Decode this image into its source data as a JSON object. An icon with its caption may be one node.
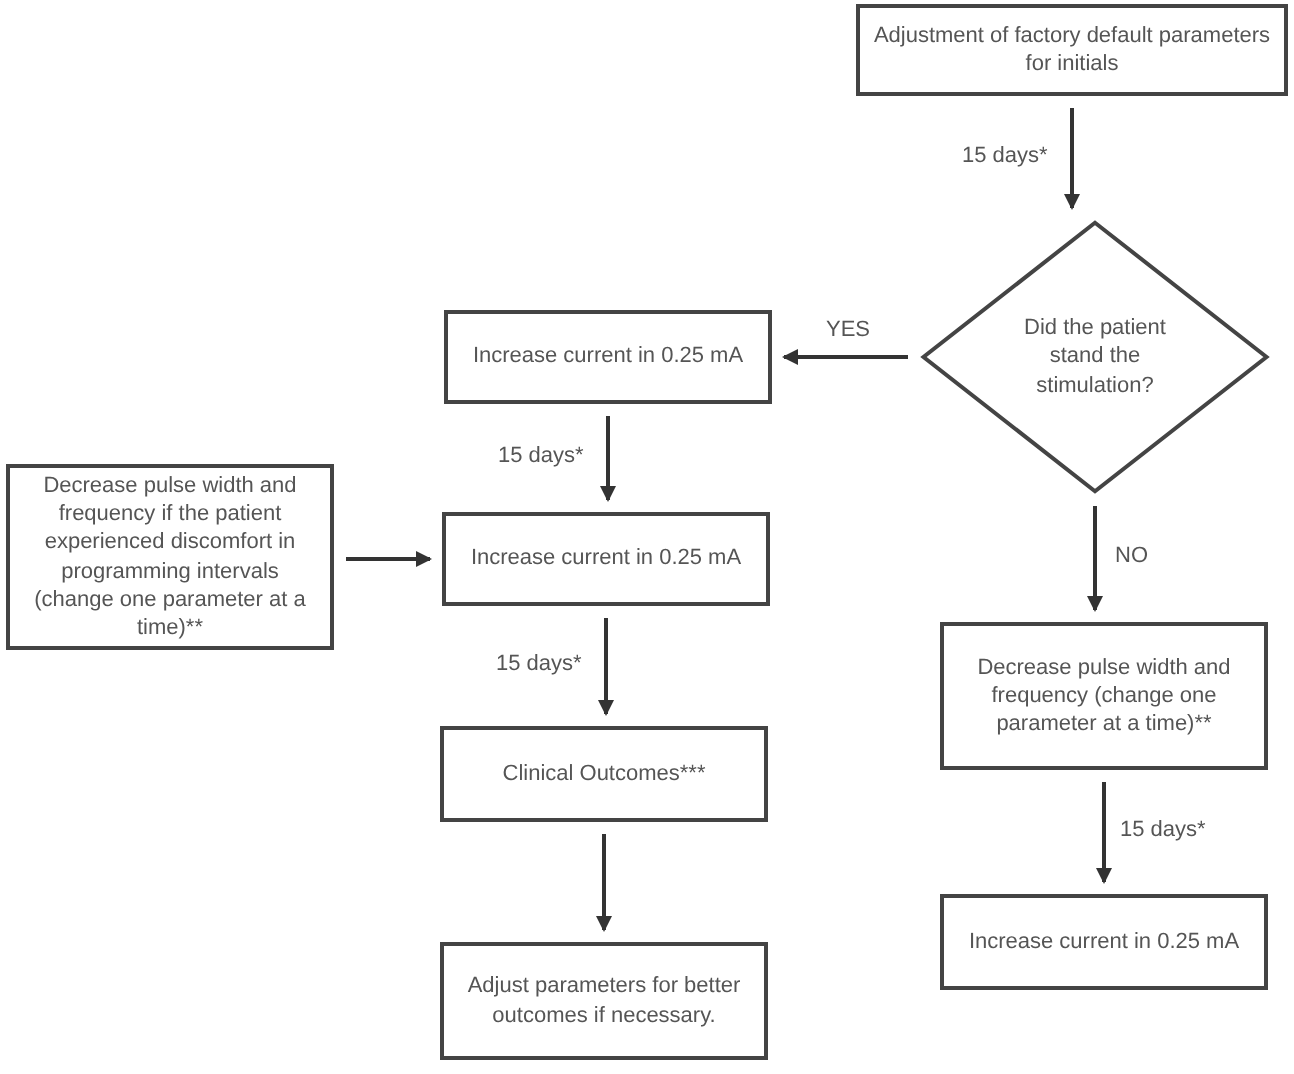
{
  "diagram": {
    "nodes": [
      {
        "text": [
          "Adjustment of factory default parameters for initials"
        ]
      },
      {
        "text": [
          "Did the patient stand the stimulation?"
        ]
      },
      {
        "text": [
          "Increase current in 0.25 mA"
        ]
      },
      {
        "text": [
          "Decrease pulse width and frequency if the patient experienced discomfort in programming intervals (change one parameter at a time)**"
        ]
      },
      {
        "text": [
          "Increase current in 0.25 mA"
        ]
      },
      {
        "text": [
          "Clinical Outcomes***"
        ]
      },
      {
        "text": [
          "Adjust parameters for better outcomes if necessary."
        ]
      },
      {
        "text": [
          "Decrease pulse width and frequency (change one parameter at a time)**"
        ]
      },
      {
        "text": [
          "Increase current in 0.25 mA"
        ]
      }
    ],
    "edges": [
      {
        "from": 0,
        "to": 1,
        "arrow": "to",
        "label": "15 days*"
      },
      {
        "from": 1,
        "to": 2,
        "arrow": "to",
        "label": "YES"
      },
      {
        "from": 1,
        "to": 7,
        "arrow": "to",
        "label": "NO"
      },
      {
        "from": 2,
        "to": 4,
        "arrow": "to",
        "label": "15 days*"
      },
      {
        "from": 3,
        "to": 4,
        "arrow": "to"
      },
      {
        "from": 4,
        "to": 5,
        "arrow": "to",
        "label": "15 days*"
      },
      {
        "from": 5,
        "to": 6,
        "arrow": "to"
      },
      {
        "from": 7,
        "to": 8,
        "arrow": "to",
        "label": "15 days*"
      }
    ]
  }
}
